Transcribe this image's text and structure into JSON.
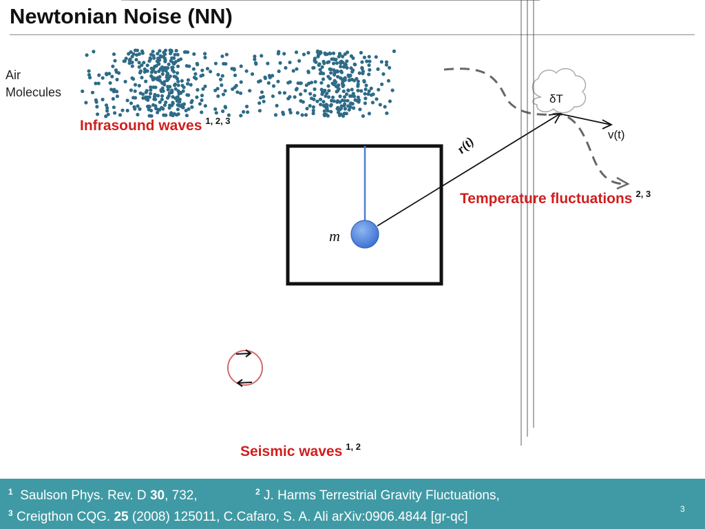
{
  "slide": {
    "title": "Newtonian Noise (NN)",
    "page_number": "3"
  },
  "air_panel": {
    "label_line1": "Air",
    "label_line2": "Molecules"
  },
  "labels": {
    "infrasound": "Infrasound waves",
    "infrasound_refs": "1, 2, 3",
    "temperature": "Temperature fluctuations",
    "temperature_refs": "2, 3",
    "seismic": "Seismic waves",
    "seismic_refs": "1, 2",
    "mass": "m",
    "position_vector": "r(t)",
    "delta_t": "δT",
    "velocity": "v(t)"
  },
  "references": {
    "r1_num": "1",
    "r1_text_a": "Saulson Phys. Rev. D ",
    "r1_vol": "30",
    "r1_text_b": ", 732,",
    "r2_num": "2",
    "r2_text": "J. Harms Terrestrial Gravity Fluctuations,",
    "r3_num": "3",
    "r3_text_a": "Creigthon CQG. ",
    "r3_vol": "25",
    "r3_text_b": " (2008) 125011, C.Cafaro, S. A. Ali arXiv:0906.4844 [gr-qc]"
  },
  "colors": {
    "accent_red": "#d01e1e",
    "footer_teal": "#3f9aa5",
    "molecule_blue": "#2e6b87",
    "mass_blue": "#5b8ee0"
  }
}
